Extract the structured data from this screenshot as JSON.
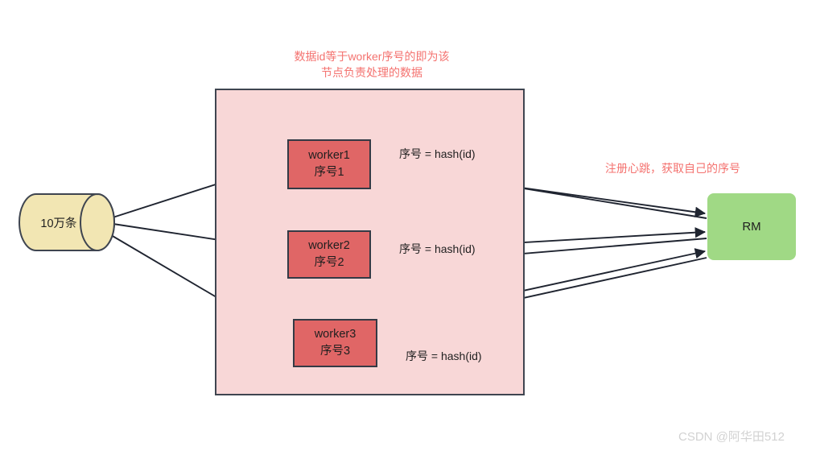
{
  "diagram": {
    "title_note": "数据id等于worker序号的即为该\n节点负责处理的数据",
    "rm_note": "注册心跳，获取自己的序号",
    "datastore": {
      "label": "10万条",
      "fill": "#f2e6b3",
      "stroke": "#3f4550"
    },
    "group": {
      "fill": "#f8d7d7",
      "stroke": "#3f4550"
    },
    "workers": [
      {
        "name": "worker1",
        "seq": "序号1",
        "fill": "#e06666",
        "stroke": "#333a45"
      },
      {
        "name": "worker2",
        "seq": "序号2",
        "fill": "#e06666",
        "stroke": "#333a45"
      },
      {
        "name": "worker3",
        "seq": "序号3",
        "fill": "#e06666",
        "stroke": "#333a45"
      }
    ],
    "rm": {
      "label": "RM",
      "fill": "#a0d985"
    },
    "edge_labels": [
      "序号 = hash(id)",
      "序号 = hash(id)",
      "序号 = hash(id)"
    ],
    "colors": {
      "annotation_red": "#f4726f",
      "edge_stroke": "#1f2430",
      "watermark": "#d2d2d2"
    }
  },
  "watermark": {
    "text": "CSDN @阿华田512"
  }
}
